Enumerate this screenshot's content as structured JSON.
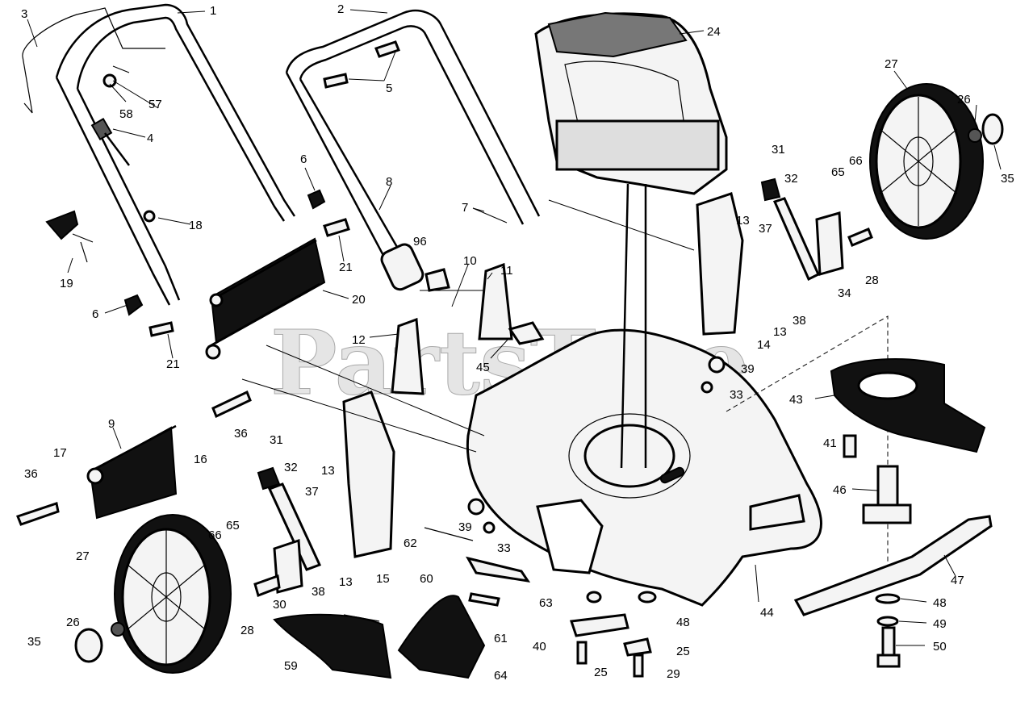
{
  "watermark": "PartsTree",
  "callouts": [
    {
      "id": "c1",
      "text": "1"
    },
    {
      "id": "c2",
      "text": "2"
    },
    {
      "id": "c3",
      "text": "3"
    },
    {
      "id": "c4",
      "text": "4"
    },
    {
      "id": "c5",
      "text": "5"
    },
    {
      "id": "c6a",
      "text": "6"
    },
    {
      "id": "c6b",
      "text": "6"
    },
    {
      "id": "c7",
      "text": "7"
    },
    {
      "id": "c8",
      "text": "8"
    },
    {
      "id": "c9",
      "text": "9"
    },
    {
      "id": "c10",
      "text": "10"
    },
    {
      "id": "c11",
      "text": "11"
    },
    {
      "id": "c12",
      "text": "12"
    },
    {
      "id": "c13a",
      "text": "13"
    },
    {
      "id": "c13b",
      "text": "13"
    },
    {
      "id": "c13c",
      "text": "13"
    },
    {
      "id": "c13d",
      "text": "13"
    },
    {
      "id": "c14",
      "text": "14"
    },
    {
      "id": "c15",
      "text": "15"
    },
    {
      "id": "c16",
      "text": "16"
    },
    {
      "id": "c17",
      "text": "17"
    },
    {
      "id": "c18",
      "text": "18"
    },
    {
      "id": "c19",
      "text": "19"
    },
    {
      "id": "c20",
      "text": "20"
    },
    {
      "id": "c21a",
      "text": "21"
    },
    {
      "id": "c21b",
      "text": "21"
    },
    {
      "id": "c24",
      "text": "24"
    },
    {
      "id": "c25a",
      "text": "25"
    },
    {
      "id": "c25b",
      "text": "25"
    },
    {
      "id": "c26a",
      "text": "26"
    },
    {
      "id": "c26b",
      "text": "26"
    },
    {
      "id": "c27a",
      "text": "27"
    },
    {
      "id": "c27b",
      "text": "27"
    },
    {
      "id": "c28a",
      "text": "28"
    },
    {
      "id": "c28b",
      "text": "28"
    },
    {
      "id": "c29",
      "text": "29"
    },
    {
      "id": "c30",
      "text": "30"
    },
    {
      "id": "c31a",
      "text": "31"
    },
    {
      "id": "c31b",
      "text": "31"
    },
    {
      "id": "c32a",
      "text": "32"
    },
    {
      "id": "c32b",
      "text": "32"
    },
    {
      "id": "c33a",
      "text": "33"
    },
    {
      "id": "c33b",
      "text": "33"
    },
    {
      "id": "c34",
      "text": "34"
    },
    {
      "id": "c35a",
      "text": "35"
    },
    {
      "id": "c35b",
      "text": "35"
    },
    {
      "id": "c36a",
      "text": "36"
    },
    {
      "id": "c36b",
      "text": "36"
    },
    {
      "id": "c37a",
      "text": "37"
    },
    {
      "id": "c37b",
      "text": "37"
    },
    {
      "id": "c38a",
      "text": "38"
    },
    {
      "id": "c38b",
      "text": "38"
    },
    {
      "id": "c39a",
      "text": "39"
    },
    {
      "id": "c39b",
      "text": "39"
    },
    {
      "id": "c40",
      "text": "40"
    },
    {
      "id": "c41",
      "text": "41"
    },
    {
      "id": "c43",
      "text": "43"
    },
    {
      "id": "c44",
      "text": "44"
    },
    {
      "id": "c45",
      "text": "45"
    },
    {
      "id": "c46",
      "text": "46"
    },
    {
      "id": "c47",
      "text": "47"
    },
    {
      "id": "c48a",
      "text": "48"
    },
    {
      "id": "c48b",
      "text": "48"
    },
    {
      "id": "c49",
      "text": "49"
    },
    {
      "id": "c50",
      "text": "50"
    },
    {
      "id": "c57",
      "text": "57"
    },
    {
      "id": "c58",
      "text": "58"
    },
    {
      "id": "c59",
      "text": "59"
    },
    {
      "id": "c60",
      "text": "60"
    },
    {
      "id": "c61",
      "text": "61"
    },
    {
      "id": "c62",
      "text": "62"
    },
    {
      "id": "c63",
      "text": "63"
    },
    {
      "id": "c64",
      "text": "64"
    },
    {
      "id": "c65a",
      "text": "65"
    },
    {
      "id": "c65b",
      "text": "65"
    },
    {
      "id": "c66a",
      "text": "66"
    },
    {
      "id": "c66b",
      "text": "66"
    },
    {
      "id": "c96",
      "text": "96"
    }
  ]
}
